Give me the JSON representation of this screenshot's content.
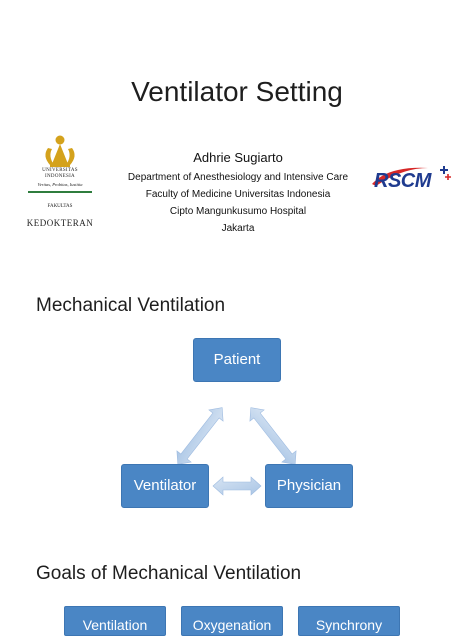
{
  "slide1": {
    "title": "Ventilator Setting",
    "author": "Adhrie Sugiarto",
    "affiliations": [
      "Department of Anesthesiology and Intensive Care",
      "Faculty of Medicine Universitas Indonesia",
      "Cipto Mangunkusumo Hospital",
      "Jakarta"
    ],
    "left_logo": {
      "name_line1": "UNIVERSITAS",
      "name_line2": "INDONESIA",
      "motto": "Veritas, Probitas, Iustitia",
      "faculty": "FAKULTAS",
      "faculty_name": "KEDOKTERAN",
      "accent_color": "#d4a21c"
    },
    "right_logo": {
      "text": "RSCM",
      "color": "#1f3b8f",
      "swoosh_color": "#d62828"
    }
  },
  "slide2": {
    "title": "Mechanical Ventilation",
    "nodes": {
      "patient": "Patient",
      "ventilator": "Ventilator",
      "physician": "Physician"
    },
    "box_color": "#4a86c5",
    "arrow_color": "#bcd3ea"
  },
  "slide3": {
    "title": "Goals of Mechanical Ventilation",
    "goals": [
      "Ventilation",
      "Oxygenation",
      "Synchrony"
    ]
  }
}
